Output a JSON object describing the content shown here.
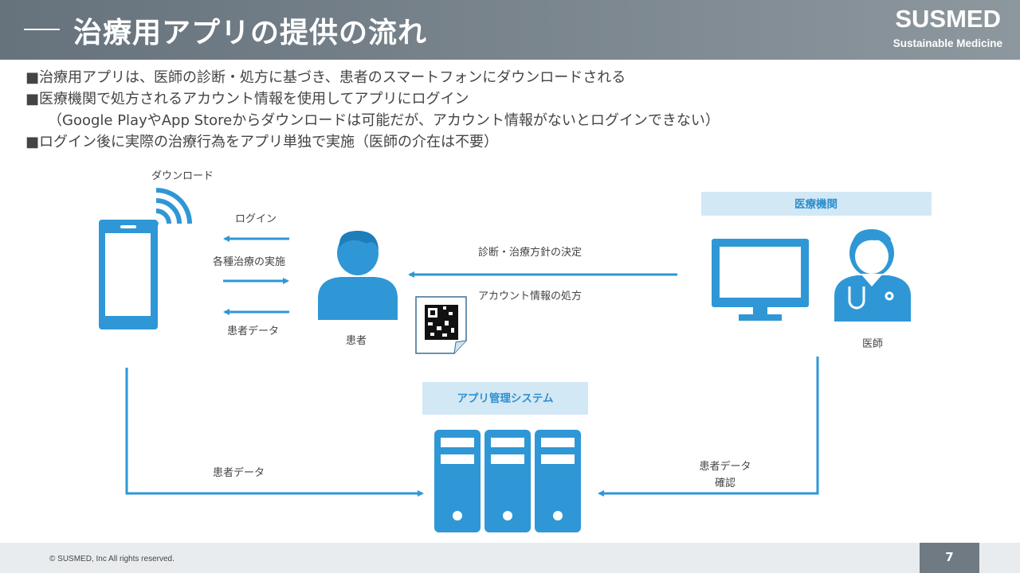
{
  "header": {
    "title": "治療用アプリの提供の流れ",
    "brand": "SUSMED",
    "brand_sub": "Sustainable Medicine"
  },
  "bullets": [
    "■治療用アプリは、医師の診断・処方に基づき、患者のスマートフォンにダウンロードされる",
    "■医療機関で処方されるアカウント情報を使用してアプリにログイン",
    "（Google PlayやApp Storeからダウンロードは可能だが、アカウント情報がないとログインできない）",
    "■ログイン後に実際の治療行為をアプリ単独で実施（医師の介在は不要）"
  ],
  "diagram": {
    "download": "ダウンロード",
    "login": "ログイン",
    "treatment": "各種治療の実施",
    "patient_data_left": "患者データ",
    "patient": "患者",
    "diagnosis": "診断・治療方針の決定",
    "account_prescription": "アカウント情報の処方",
    "institution": "医療機関",
    "doctor": "医師",
    "system": "アプリ管理システム",
    "patient_data_bottom": "患者データ",
    "patient_data_check_1": "患者データ",
    "patient_data_check_2": "確認",
    "accent_color": "#2f97d6",
    "label_bg": "#d3e8f5"
  },
  "footer": {
    "copyright": "© SUSMED, Inc All rights reserved.",
    "page": "7"
  }
}
